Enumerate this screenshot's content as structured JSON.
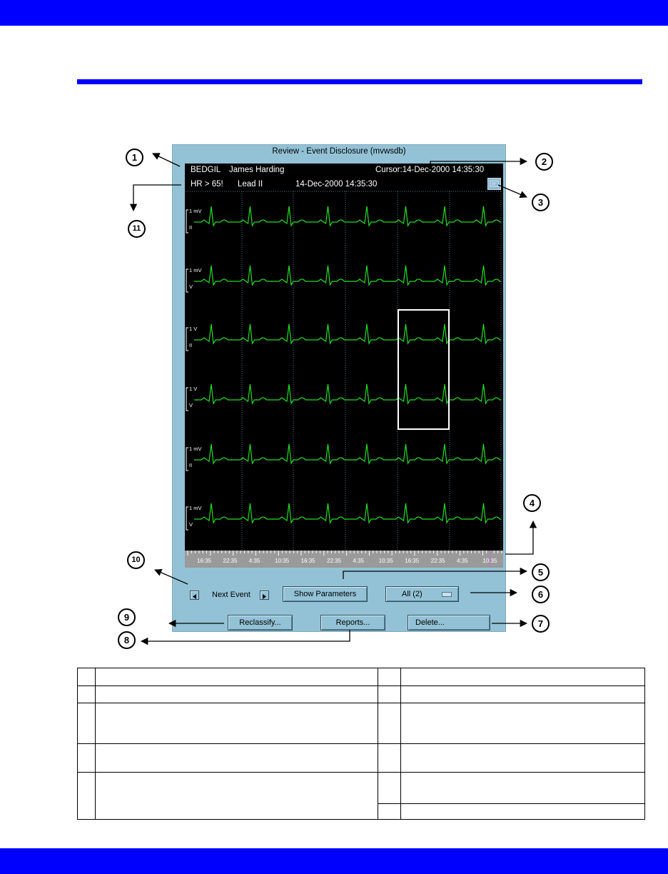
{
  "window": {
    "title": "Review - Event Disclosure  (mvwsdb)",
    "bed": "BEDGIL",
    "patient": "James Harding",
    "cursor": "Cursor:14-Dec-2000  14:35:30",
    "event_label": "HR > 65!",
    "lead": "Lead II",
    "event_time": "14-Dec-2000  14:35:30"
  },
  "strips": [
    {
      "scale": "1 mV",
      "lead": "II"
    },
    {
      "scale": "1 mV",
      "lead": "V"
    },
    {
      "scale": "1 V",
      "lead": "II"
    },
    {
      "scale": "1 V",
      "lead": "V"
    },
    {
      "scale": "1 mV",
      "lead": "II"
    },
    {
      "scale": "1 mV",
      "lead": "V"
    }
  ],
  "timeline_labels": [
    "16:35",
    "22:35",
    "4:35",
    "10:35",
    "16:35",
    "22:35",
    "4:35",
    "10:35",
    "16:35",
    "22:35",
    "4:35",
    "10:35"
  ],
  "controls": {
    "next_event": "Next Event",
    "show_parameters": "Show Parameters",
    "filter_value": "All  (2)",
    "reclassify": "Reclassify...",
    "reports": "Reports...",
    "delete": "Delete..."
  },
  "callouts": [
    "1",
    "2",
    "3",
    "4",
    "5",
    "6",
    "7",
    "8",
    "9",
    "10",
    "11"
  ],
  "colors": {
    "band": "#0000ff",
    "window_bg": "#93c2d6",
    "ecg_trace": "#22dd22"
  },
  "icons": [
    "triangle-left-icon",
    "triangle-right-icon",
    "option-menu-icon",
    "display-settings-icon"
  ]
}
